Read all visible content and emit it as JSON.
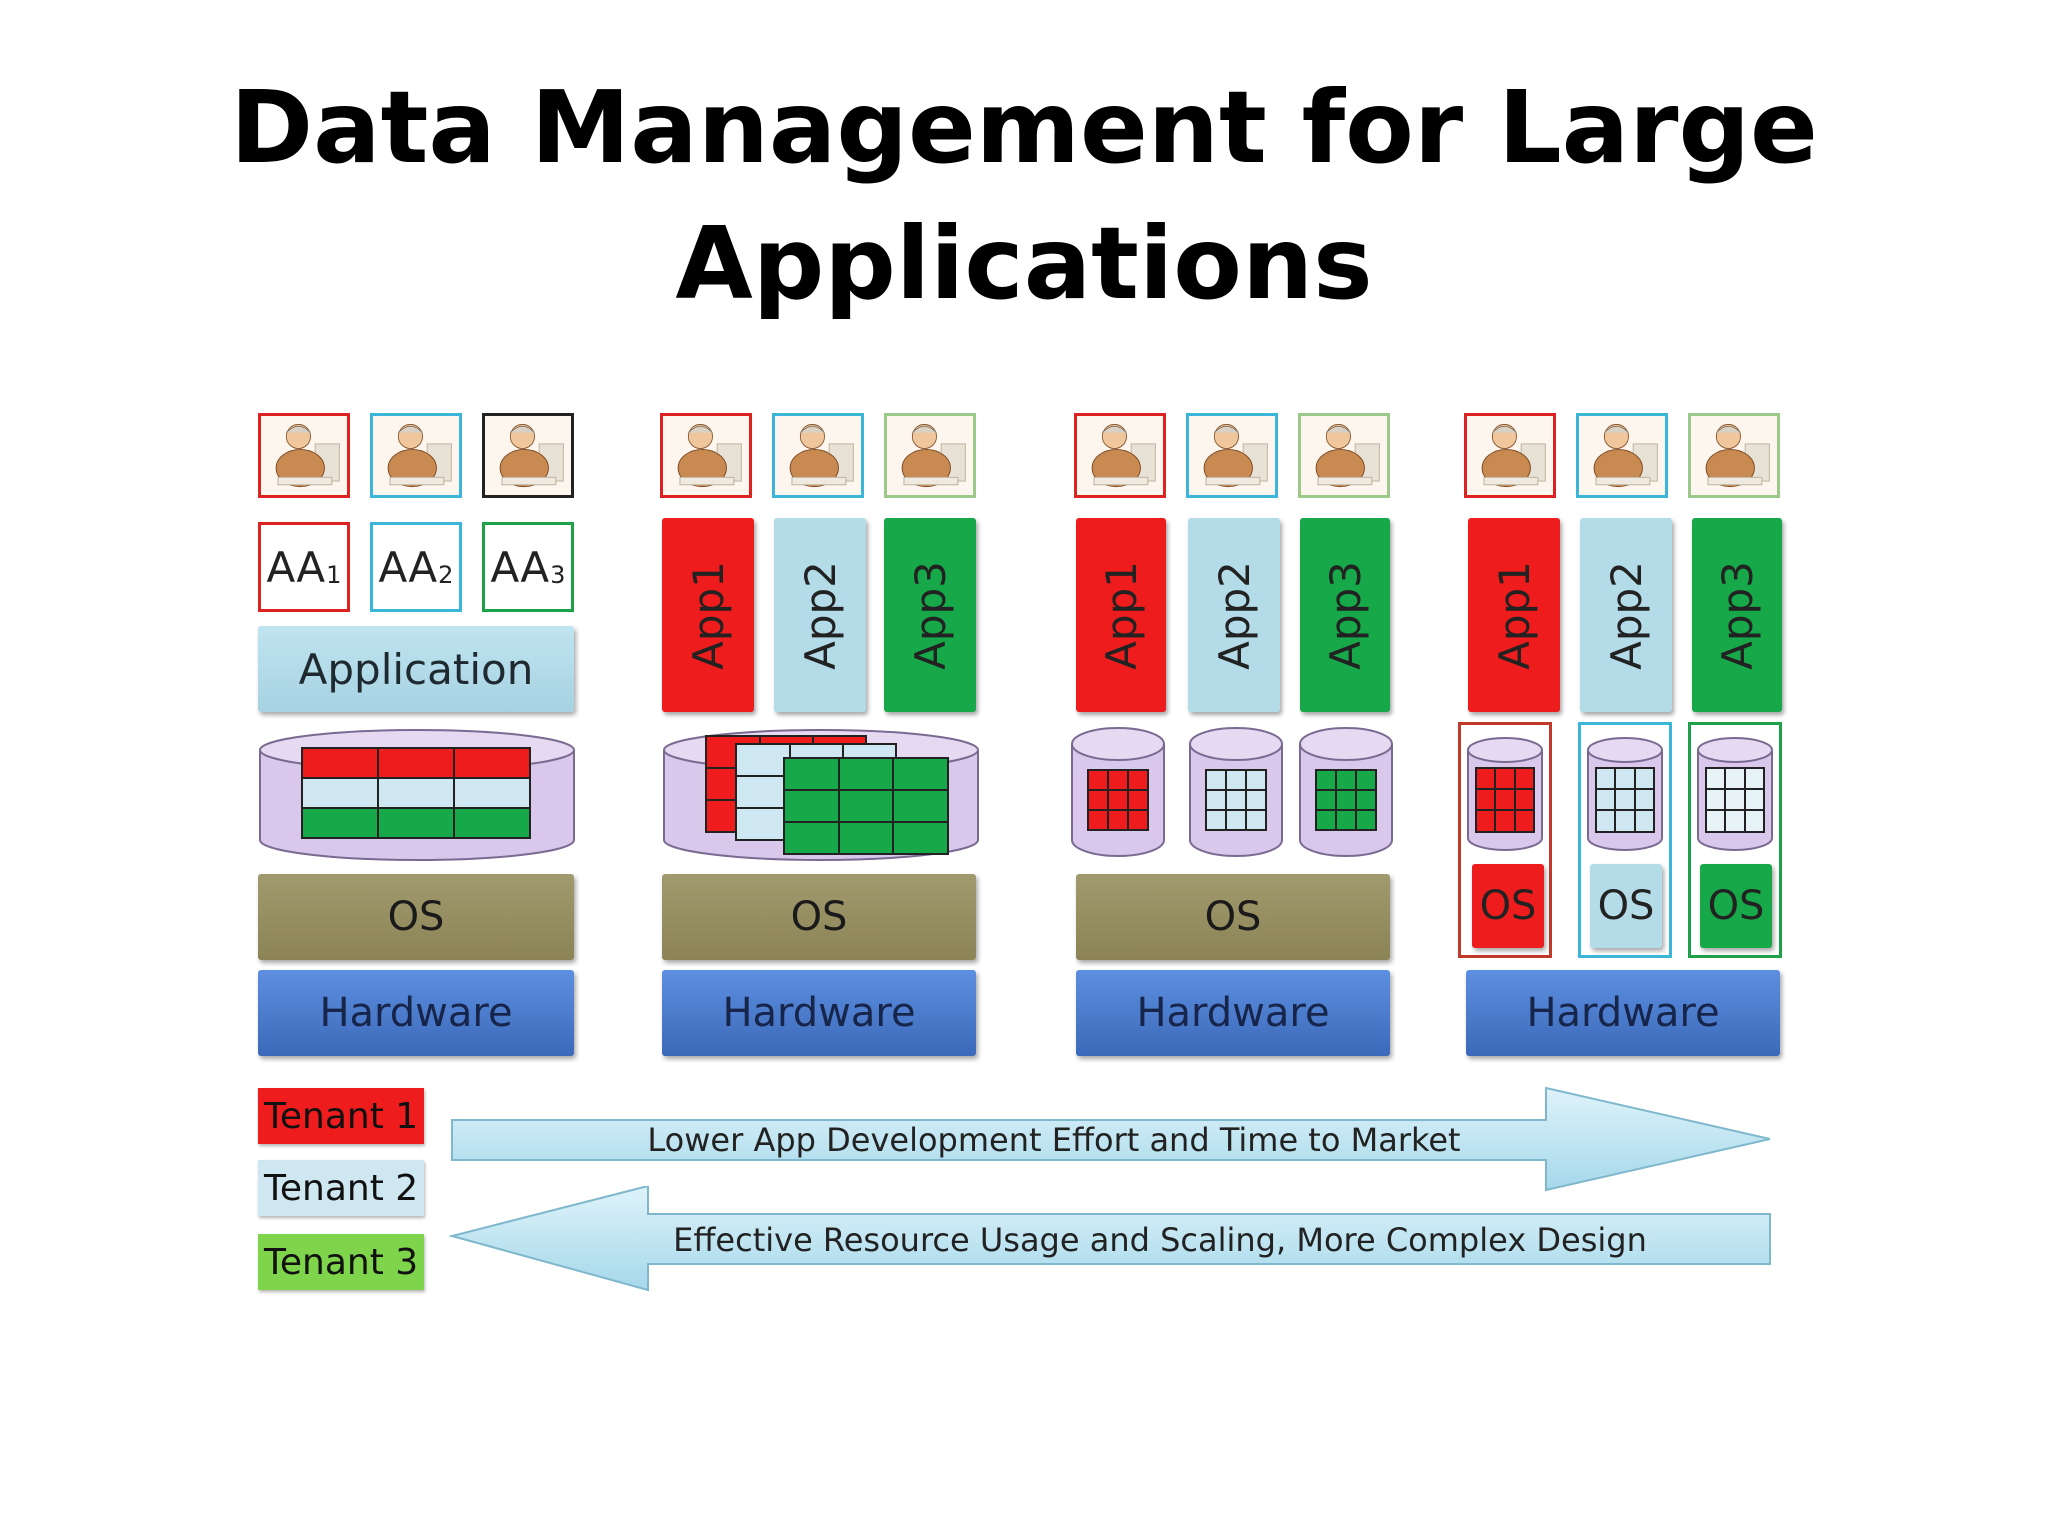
{
  "title": "Data Management for Large Applications",
  "colors": {
    "tenant1": "#ee1c1c",
    "tenant2": "#b4dce8",
    "tenant3": "#17a84a",
    "os": "#968f62",
    "hardware": "#4a7cd0",
    "db": "#d9c8ec"
  },
  "icons": {
    "user": "user-at-desk-icon",
    "database": "database-cylinder-icon",
    "arrow_right": "arrow-right-icon",
    "arrow_left": "arrow-left-icon"
  },
  "aa_labels": [
    {
      "base": "AA",
      "sub": "1"
    },
    {
      "base": "AA",
      "sub": "2"
    },
    {
      "base": "AA",
      "sub": "3"
    }
  ],
  "application_label": "Application",
  "app_labels": [
    "App1",
    "App2",
    "App3"
  ],
  "os_label": "OS",
  "hardware_label": "Hardware",
  "legend": [
    "Tenant 1",
    "Tenant 2",
    "Tenant 3"
  ],
  "arrows": {
    "right": "Lower App Development Effort and Time to Market",
    "left": "Effective Resource Usage and Scaling, More Complex Design"
  }
}
